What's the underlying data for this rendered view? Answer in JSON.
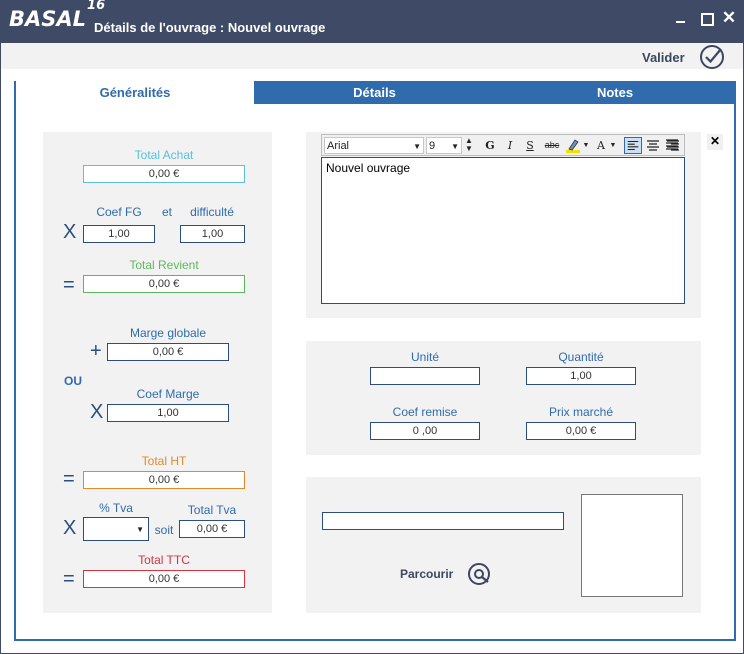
{
  "window": {
    "logo_text": "BASAL",
    "logo_version": "16",
    "title": "Détails de l'ouvrage : Nouvel ouvrage"
  },
  "actions": {
    "valider_label": "Valider"
  },
  "tabs": [
    {
      "label": "Généralités",
      "active": true
    },
    {
      "label": "Détails",
      "active": false
    },
    {
      "label": "Notes",
      "active": false
    }
  ],
  "calc": {
    "total_achat_label": "Total Achat",
    "total_achat_value": "0,00 €",
    "coef_fg_label": "Coef  FG",
    "et_label": "et",
    "difficulte_label": "difficulté",
    "multiply_symbol": "X",
    "coef_fg_value": "1,00",
    "difficulte_value": "1,00",
    "equals_symbol": "=",
    "total_revient_label": "Total Revient",
    "total_revient_value": "0,00 €",
    "marge_globale_label": "Marge globale",
    "plus_symbol": "+",
    "marge_globale_value": "0,00 €",
    "ou_label": "OU",
    "coef_marge_label": "Coef Marge",
    "coef_marge_value": "1,00",
    "total_ht_label": "Total HT",
    "total_ht_value": "0,00 €",
    "pct_tva_label": "% Tva",
    "pct_tva_value": "",
    "soit_label": "soit",
    "total_tva_label": "Total Tva",
    "total_tva_value": "0,00 €",
    "total_ttc_label": "Total TTC",
    "total_ttc_value": "0,00 €"
  },
  "editor": {
    "font_name": "Arial",
    "font_size": "9",
    "bold_label": "G",
    "italic_label": "I",
    "underline_label": "S",
    "strike_label": "abc",
    "font_color_label": "A",
    "close_label": "✕",
    "content": "Nouvel ouvrage"
  },
  "details": {
    "unite_label": "Unité",
    "unite_value": "",
    "quantite_label": "Quantité",
    "quantite_value": "1,00",
    "coef_remise_label": "Coef remise",
    "coef_remise_value": "0 ,00",
    "prix_marche_label": "Prix marché",
    "prix_marche_value": "0,00 €"
  },
  "image": {
    "path_value": "",
    "browse_label": "Parcourir"
  },
  "colors": {
    "titlebar": "#3f4a66",
    "accent": "#2f6bad",
    "achat": "#5bc0de",
    "revient": "#5cb85c",
    "ht": "#e08a2b",
    "ttc": "#d9333f"
  }
}
